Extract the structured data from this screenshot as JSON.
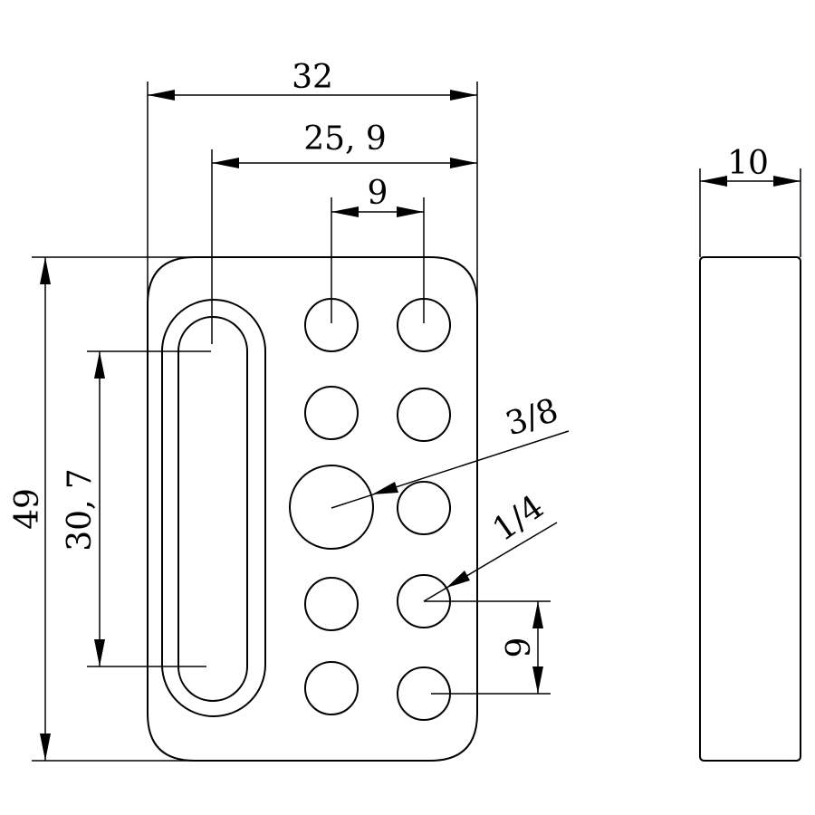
{
  "dimensions": {
    "overall_width": "32",
    "slot_to_edge": "25, 9",
    "hole_pitch_horizontal": "9",
    "overall_height": "49",
    "slot_length": "30, 7",
    "hole_pitch_vertical": "9",
    "thickness": "10"
  },
  "callouts": {
    "large_hole": "3/8",
    "small_hole": "1/4"
  },
  "colors": {
    "line": "#000000",
    "background": "#ffffff"
  }
}
